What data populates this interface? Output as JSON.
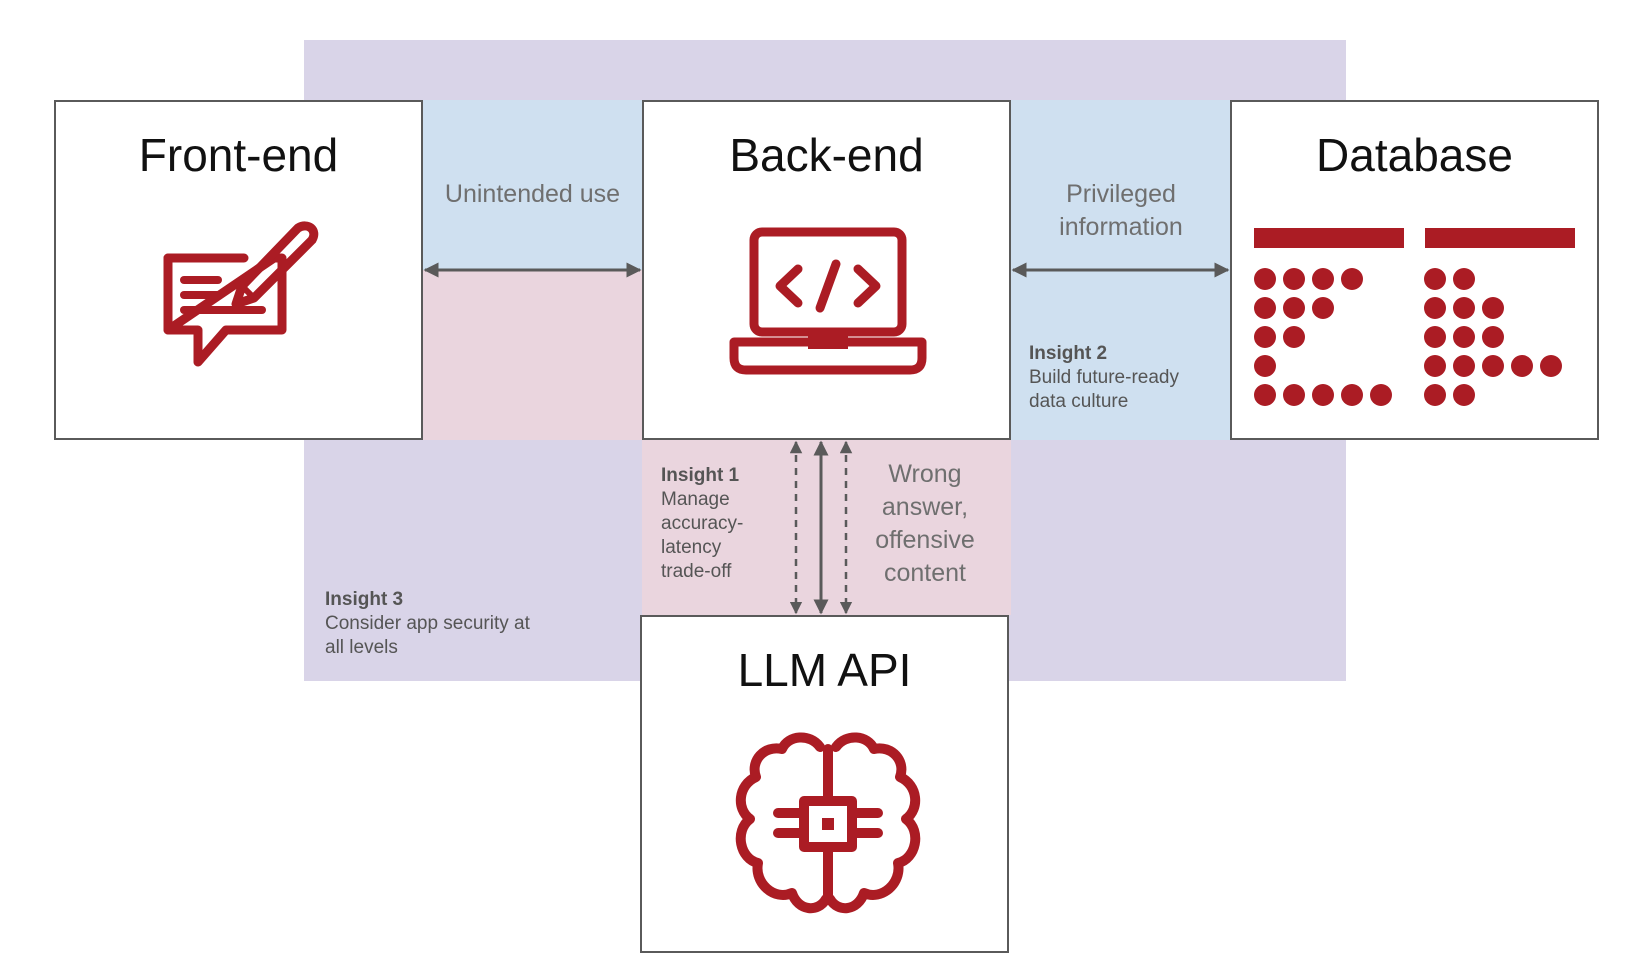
{
  "colors": {
    "outer_zone": "#d9d4e8",
    "blue_zone": "#cfe0f0",
    "pink_zone": "#ead5de",
    "icon_red": "#ab1c24",
    "arrow_grey": "#5a5a5a"
  },
  "components": {
    "frontend": {
      "title": "Front-end",
      "icon": "chat-edit-icon"
    },
    "backend": {
      "title": "Back-end",
      "icon": "laptop-code-icon"
    },
    "database": {
      "title": "Database",
      "icon": "database-dots-icon"
    },
    "llm_api": {
      "title": "LLM API",
      "icon": "brain-chip-icon"
    }
  },
  "links": {
    "frontend_backend": "Unintended use",
    "backend_database": "Privileged information",
    "backend_llm": "Wrong answer, offensive content"
  },
  "insights": {
    "insight1": {
      "title": "Insight 1",
      "body": "Manage accuracy-latency trade-off"
    },
    "insight2": {
      "title": "Insight 2",
      "body": "Build future-ready data culture"
    },
    "insight3": {
      "title": "Insight 3",
      "body": "Consider app security at all levels"
    }
  }
}
